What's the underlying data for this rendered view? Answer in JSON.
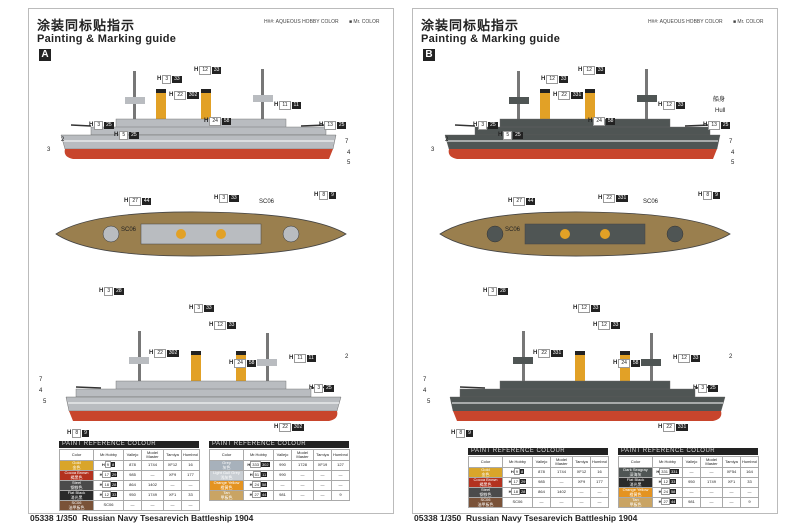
{
  "footer": {
    "code": "05338",
    "scale": "1/350",
    "title": "Russian Navy Tsesarevich Battleship 1904"
  },
  "pages": [
    {
      "id": "A",
      "title_cn": "涂装同标贴指示",
      "title_en": "Painting & Marking guide",
      "legend_aqueous": "H##: AQUEOUS HOBBY COLOR",
      "legend_mr": "■ Mr. COLOR",
      "scheme": {
        "hull": "#c8452c",
        "upper": "#b9bcc0",
        "deck": "#9a7f4e",
        "funnel": "#e2a126",
        "boot": "#3a2a20"
      },
      "callouts": [
        {
          "h": "3",
          "c": "33"
        },
        {
          "h": "12",
          "c": "33"
        },
        {
          "h": "22",
          "c": "302"
        },
        {
          "h": "24",
          "c": "58"
        },
        {
          "h": "11",
          "c": "11"
        },
        {
          "h": "3",
          "c": "25"
        },
        {
          "h": "5",
          "c": "25"
        },
        {
          "h": "13",
          "c": "25"
        },
        {
          "h": "27",
          "c": "44"
        },
        {
          "h": "8",
          "c": "9"
        },
        {
          "h": "3",
          "c": "33"
        },
        {
          "h": "3",
          "c": "28"
        },
        {
          "h": "3",
          "c": "33"
        },
        {
          "h": "12",
          "c": "33"
        },
        {
          "h": "22",
          "c": "302"
        },
        {
          "h": "24",
          "c": "58"
        },
        {
          "h": "11",
          "c": "11"
        },
        {
          "h": "3",
          "c": "25"
        },
        {
          "h": "8",
          "c": "9"
        },
        {
          "h": "22",
          "c": "302"
        }
      ],
      "sc_labels": [
        "SC06",
        "SC06"
      ],
      "numbers": [
        "2",
        "3",
        "7",
        "4",
        "5",
        "2",
        "7",
        "4",
        "5"
      ],
      "table_title": "PAINT  REFERENCE COLOUR",
      "headers": [
        "Color",
        "Mr.Hobby",
        "Vallejo",
        "Model Master",
        "Tamiya",
        "Humbrol"
      ],
      "left_rows": [
        {
          "name": "Gold",
          "cn": "金色",
          "color": "#d9a52a",
          "h": "9",
          "c": "8",
          "vallejo": "878",
          "mm": "1744",
          "tamiya": "XF12",
          "humbrol": "16"
        },
        {
          "name": "Cocoa Brown",
          "cn": "褐黑色",
          "color": "#b3321f",
          "h": "17",
          "c": "29",
          "vallejo": "985",
          "mm": "—",
          "tamiya": "XF9",
          "humbrol": "177"
        },
        {
          "name": "Steel",
          "cn": "钢铁色",
          "color": "#4b4b4b",
          "h": "18",
          "c": "28",
          "vallejo": "864",
          "mm": "1402",
          "tamiya": "—",
          "humbrol": "—"
        },
        {
          "name": "Flat Black",
          "cn": "消光黑",
          "color": "#2a2a2a",
          "h": "12",
          "c": "33",
          "vallejo": "950",
          "mm": "1749",
          "tamiya": "XF1",
          "humbrol": "33"
        },
        {
          "name": "SC06",
          "cn": "油甲板色",
          "color": "#7a5238",
          "h": "",
          "c": "SC06",
          "vallejo": "—",
          "mm": "—",
          "tamiya": "—",
          "humbrol": "—"
        }
      ],
      "right_rows": [
        {
          "name": "Grey",
          "cn": "灰色",
          "color": "#a7b1bb",
          "h": "333",
          "c": "302",
          "vallejo": "990",
          "mm": "1728",
          "tamiya": "XF19",
          "humbrol": "127"
        },
        {
          "name": "Light Gull Grey",
          "cn": "浅灰色",
          "color": "#c9ced3",
          "h": "51",
          "c": "11",
          "vallejo": "990",
          "mm": "—",
          "tamiya": "—",
          "humbrol": "—"
        },
        {
          "name": "Orange Yellow",
          "cn": "橙黄色",
          "color": "#e49320",
          "h": "24",
          "c": "58",
          "vallejo": "—",
          "mm": "—",
          "tamiya": "—",
          "humbrol": "—"
        },
        {
          "name": "Tan",
          "cn": "甲板色",
          "color": "#c9a464",
          "h": "27",
          "c": "44",
          "vallejo": "981",
          "mm": "—",
          "tamiya": "—",
          "humbrol": "9"
        }
      ]
    },
    {
      "id": "B",
      "title_cn": "涂装同标贴指示",
      "title_en": "Painting & Marking guide",
      "legend_aqueous": "H##: AQUEOUS HOBBY COLOR",
      "legend_mr": "■ Mr. COLOR",
      "scheme": {
        "hull": "#c8452c",
        "upper": "#4f5554",
        "deck": "#9a7f4e",
        "funnel": "#e2a126",
        "boot": "#3a2a20"
      },
      "callouts": [
        {
          "h": "12",
          "c": "33"
        },
        {
          "h": "12",
          "c": "33"
        },
        {
          "h": "22",
          "c": "331"
        },
        {
          "h": "24",
          "c": "58"
        },
        {
          "h": "12",
          "c": "33"
        },
        {
          "h": "3",
          "c": "25"
        },
        {
          "h": "5",
          "c": "25"
        },
        {
          "h": "13",
          "c": "25"
        },
        {
          "h": "27",
          "c": "44"
        },
        {
          "h": "8",
          "c": "9"
        },
        {
          "h": "22",
          "c": "331"
        },
        {
          "h": "3",
          "c": "28"
        },
        {
          "h": "12",
          "c": "33"
        },
        {
          "h": "12",
          "c": "33"
        },
        {
          "h": "22",
          "c": "331"
        },
        {
          "h": "24",
          "c": "58"
        },
        {
          "h": "12",
          "c": "33"
        },
        {
          "h": "3",
          "c": "25"
        },
        {
          "h": "8",
          "c": "9"
        },
        {
          "h": "22",
          "c": "331"
        }
      ],
      "sc_labels": [
        "SC06",
        "SC06"
      ],
      "numbers": [
        "2",
        "3",
        "7",
        "4",
        "5",
        "2",
        "7",
        "4",
        "5"
      ],
      "hull_note_cn": "船身",
      "hull_note_en": "Hull",
      "table_title": "PAINT  REFERENCE COLOUR",
      "headers": [
        "Color",
        "Mr.Hobby",
        "Vallejo",
        "Model Master",
        "Tamiya",
        "Humbrol"
      ],
      "left_rows": [
        {
          "name": "Gold",
          "cn": "金色",
          "color": "#d9a52a",
          "h": "9",
          "c": "8",
          "vallejo": "878",
          "mm": "1744",
          "tamiya": "XF12",
          "humbrol": "16"
        },
        {
          "name": "Cocoa Brown",
          "cn": "褐黑色",
          "color": "#b3321f",
          "h": "17",
          "c": "29",
          "vallejo": "985",
          "mm": "—",
          "tamiya": "XF9",
          "humbrol": "177"
        },
        {
          "name": "Steel",
          "cn": "钢铁色",
          "color": "#4b4b4b",
          "h": "18",
          "c": "28",
          "vallejo": "864",
          "mm": "1402",
          "tamiya": "—",
          "humbrol": "—"
        },
        {
          "name": "SC06",
          "cn": "油甲板色",
          "color": "#7a5238",
          "h": "",
          "c": "SC06",
          "vallejo": "—",
          "mm": "—",
          "tamiya": "—",
          "humbrol": "—"
        }
      ],
      "right_rows": [
        {
          "name": "Dark Seagray",
          "cn": "深海灰",
          "color": "#4f5554",
          "h": "331",
          "c": "331",
          "vallejo": "—",
          "mm": "—",
          "tamiya": "XF54",
          "humbrol": "164"
        },
        {
          "name": "Flat Black",
          "cn": "消光黑",
          "color": "#2a2a2a",
          "h": "12",
          "c": "33",
          "vallejo": "950",
          "mm": "1749",
          "tamiya": "XF1",
          "humbrol": "33"
        },
        {
          "name": "Orange Yellow",
          "cn": "橙黄色",
          "color": "#e49320",
          "h": "24",
          "c": "58",
          "vallejo": "—",
          "mm": "—",
          "tamiya": "—",
          "humbrol": "—"
        },
        {
          "name": "Tan",
          "cn": "甲板色",
          "color": "#c9a464",
          "h": "27",
          "c": "44",
          "vallejo": "981",
          "mm": "—",
          "tamiya": "—",
          "humbrol": "9"
        }
      ]
    }
  ]
}
